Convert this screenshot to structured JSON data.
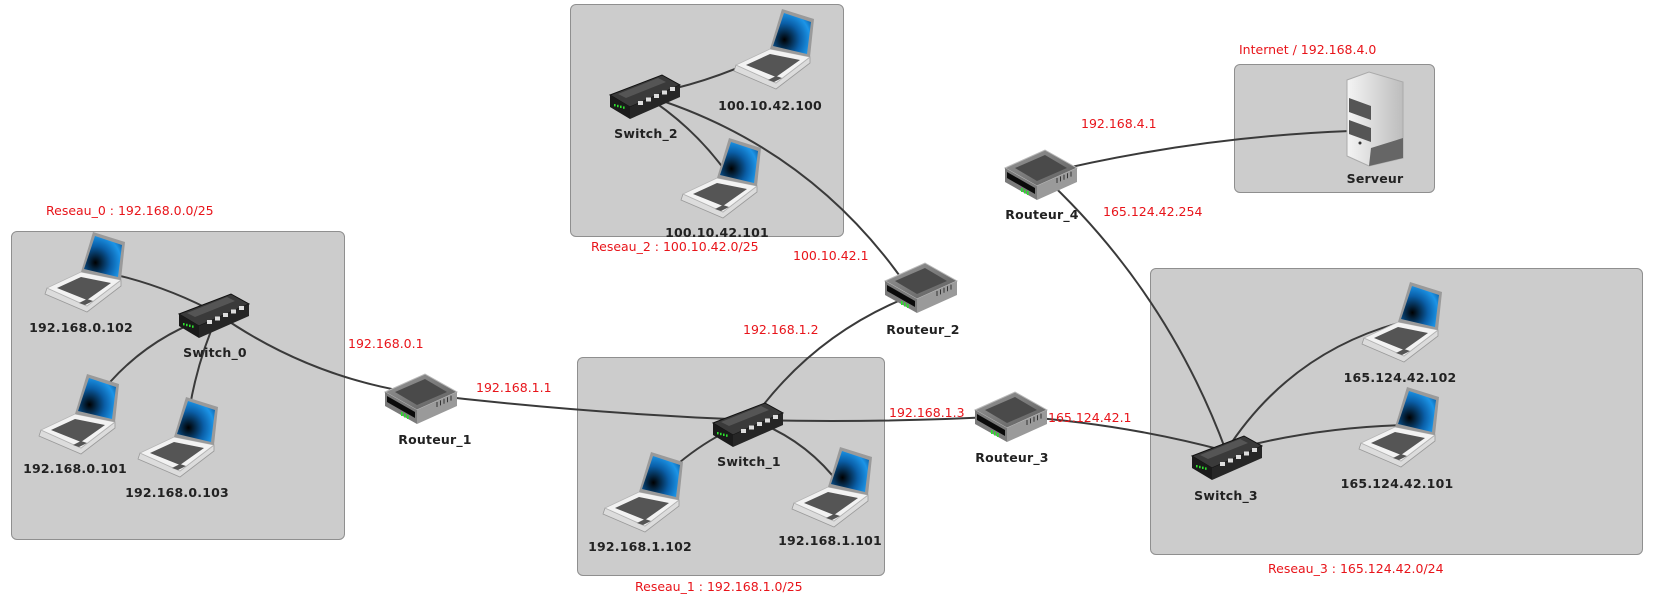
{
  "zones": [
    {
      "id": "reseau_0",
      "label": "Reseau_0 : 192.168.0.0/25"
    },
    {
      "id": "reseau_1",
      "label": "Reseau_1 : 192.168.1.0/25"
    },
    {
      "id": "reseau_2",
      "label": "Reseau_2 : 100.10.42.0/25"
    },
    {
      "id": "reseau_3",
      "label": "Reseau_3 : 165.124.42.0/24"
    },
    {
      "id": "internet",
      "label": "Internet / 192.168.4.0"
    }
  ],
  "nodes": {
    "switch_0": {
      "type": "switch",
      "label": "Switch_0"
    },
    "switch_1": {
      "type": "switch",
      "label": "Switch_1"
    },
    "switch_2": {
      "type": "switch",
      "label": "Switch_2"
    },
    "switch_3": {
      "type": "switch",
      "label": "Switch_3"
    },
    "routeur_1": {
      "type": "router",
      "label": "Routeur_1"
    },
    "routeur_2": {
      "type": "router",
      "label": "Routeur_2"
    },
    "routeur_3": {
      "type": "router",
      "label": "Routeur_3"
    },
    "routeur_4": {
      "type": "router",
      "label": "Routeur_4"
    },
    "serveur": {
      "type": "server",
      "label": "Serveur"
    },
    "pc_0_102": {
      "type": "laptop",
      "label": "192.168.0.102"
    },
    "pc_0_101": {
      "type": "laptop",
      "label": "192.168.0.101"
    },
    "pc_0_103": {
      "type": "laptop",
      "label": "192.168.0.103"
    },
    "pc_1_102": {
      "type": "laptop",
      "label": "192.168.1.102"
    },
    "pc_1_101": {
      "type": "laptop",
      "label": "192.168.1.101"
    },
    "pc_2_100": {
      "type": "laptop",
      "label": "100.10.42.100"
    },
    "pc_2_101": {
      "type": "laptop",
      "label": "100.10.42.101"
    },
    "pc_3_102": {
      "type": "laptop",
      "label": "165.124.42.102"
    },
    "pc_3_101": {
      "type": "laptop",
      "label": "165.124.42.101"
    }
  },
  "interfaces": {
    "r1_eth0": "192.168.0.1",
    "r1_eth1": "192.168.1.1",
    "r2_eth0": "192.168.1.2",
    "r2_eth1": "100.10.42.1",
    "r3_eth0": "192.168.1.3",
    "r3_eth1": "165.124.42.1",
    "r4_eth0": "165.124.42.254",
    "r4_eth1": "192.168.4.1"
  },
  "links": [
    [
      "switch_0",
      "pc_0_102"
    ],
    [
      "switch_0",
      "pc_0_101"
    ],
    [
      "switch_0",
      "pc_0_103"
    ],
    [
      "switch_0",
      "routeur_1"
    ],
    [
      "routeur_1",
      "switch_1"
    ],
    [
      "switch_1",
      "pc_1_102"
    ],
    [
      "switch_1",
      "pc_1_101"
    ],
    [
      "switch_1",
      "routeur_2"
    ],
    [
      "switch_1",
      "routeur_3"
    ],
    [
      "routeur_2",
      "switch_2"
    ],
    [
      "switch_2",
      "pc_2_100"
    ],
    [
      "switch_2",
      "pc_2_101"
    ],
    [
      "routeur_3",
      "switch_3"
    ],
    [
      "switch_3",
      "pc_3_102"
    ],
    [
      "switch_3",
      "pc_3_101"
    ],
    [
      "switch_3",
      "routeur_4"
    ],
    [
      "routeur_4",
      "serveur"
    ]
  ],
  "colors": {
    "zone_fill": "#cccccc",
    "zone_border": "#8f8f8f",
    "label_red": "#e8141a",
    "link": "#3a3a3a",
    "screen_blue": "#1a8fe0"
  }
}
